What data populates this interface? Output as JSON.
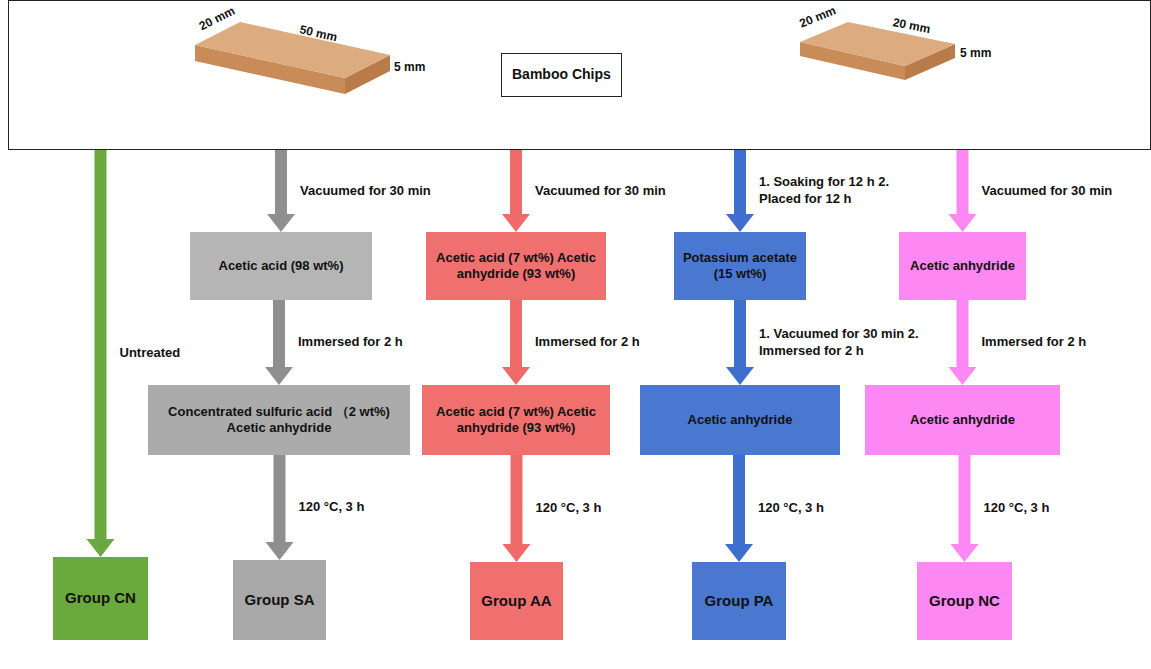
{
  "diagram": {
    "nodes": [
      {
        "text": [
          "Bamboo Chips"
        ]
      },
      {
        "text": [
          "Group CN"
        ]
      },
      {
        "text": [
          "Acetic acid (98 wt%)"
        ]
      },
      {
        "text": [
          "Concentrated sulfuric acid （2 wt%) Acetic anhydride"
        ]
      },
      {
        "text": [
          "Group SA"
        ]
      },
      {
        "text": [
          "Acetic acid (7 wt%) Acetic anhydride (93 wt%)"
        ]
      },
      {
        "text": [
          "Acetic acid (7 wt%) Acetic anhydride (93 wt%)"
        ]
      },
      {
        "text": [
          "Group AA"
        ]
      },
      {
        "text": [
          "Potassium acetate (15 wt%)"
        ]
      },
      {
        "text": [
          "Acetic anhydride"
        ]
      },
      {
        "text": [
          "Group PA"
        ]
      },
      {
        "text": [
          "Acetic anhydride"
        ]
      },
      {
        "text": [
          "Acetic anhydride"
        ]
      },
      {
        "text": [
          "Group NC"
        ]
      }
    ],
    "edges": [
      {
        "from": 0,
        "to": 1,
        "arrow": "to",
        "label": "Untreated"
      },
      {
        "from": 0,
        "to": 2,
        "arrow": "to",
        "label": "Vacuumed for 30 min"
      },
      {
        "from": 2,
        "to": 3,
        "arrow": "to",
        "label": "Immersed for 2 h"
      },
      {
        "from": 3,
        "to": 4,
        "arrow": "to",
        "label": "120 °C, 3 h"
      },
      {
        "from": 0,
        "to": 5,
        "arrow": "to",
        "label": "Vacuumed for 30 min"
      },
      {
        "from": 5,
        "to": 6,
        "arrow": "to",
        "label": "Immersed for 2 h"
      },
      {
        "from": 6,
        "to": 7,
        "arrow": "to",
        "label": "120 °C,  3 h"
      },
      {
        "from": 0,
        "to": 8,
        "arrow": "to",
        "label": "1. Soaking for 12 h 2. Placed for 12 h"
      },
      {
        "from": 8,
        "to": 9,
        "arrow": "to",
        "label": "1. Vacuumed for 30 min 2. Immersed for 2 h"
      },
      {
        "from": 9,
        "to": 10,
        "arrow": "to",
        "label": "120 °C, 3 h"
      },
      {
        "from": 0,
        "to": 11,
        "arrow": "to",
        "label": "Vacuumed for 30 min"
      },
      {
        "from": 11,
        "to": 12,
        "arrow": "to",
        "label": "Immersed for 2 h"
      },
      {
        "from": 12,
        "to": 13,
        "arrow": "to",
        "label": "120 °C, 3 h"
      }
    ],
    "labels": [
      "20 mm",
      "50 mm",
      "5 mm",
      "20 mm",
      "20 mm",
      "5 mm"
    ]
  }
}
